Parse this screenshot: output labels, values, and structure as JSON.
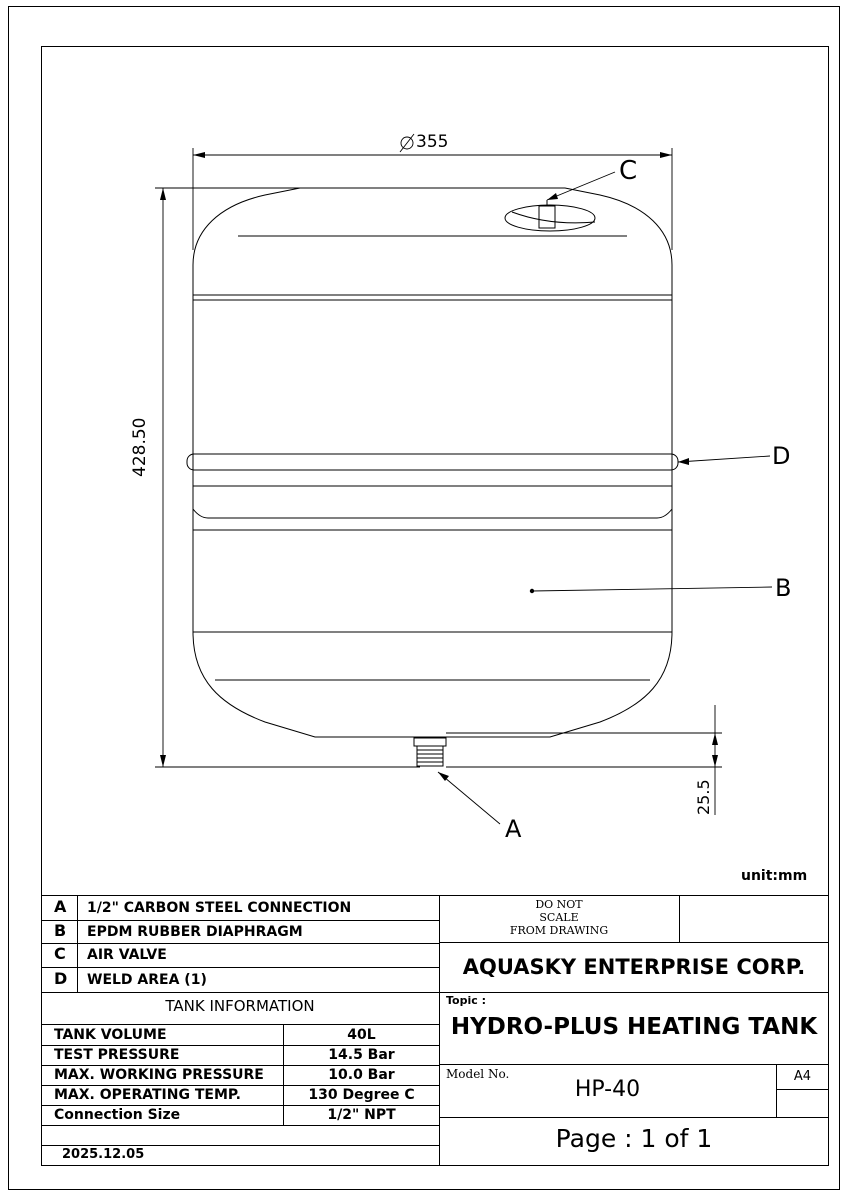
{
  "drawing": {
    "dim_diameter": "355",
    "dim_height": "428.50",
    "dim_connection": "25.5",
    "callout_a": "A",
    "callout_b": "B",
    "callout_c": "C",
    "callout_d": "D",
    "unit_label": "unit:mm"
  },
  "parts": [
    {
      "key": "A",
      "desc": "1/2\" CARBON STEEL  CONNECTION"
    },
    {
      "key": "B",
      "desc": "EPDM RUBBER  DIAPHRAGM"
    },
    {
      "key": "C",
      "desc": "AIR  VALVE"
    },
    {
      "key": "D",
      "desc": "WELD  AREA (1)"
    }
  ],
  "tank_info": {
    "heading": "TANK  INFORMATION",
    "rows": [
      {
        "label": "TANK  VOLUME",
        "value": "40L"
      },
      {
        "label": "TEST  PRESSURE",
        "value": "14.5 Bar"
      },
      {
        "label": "MAX.  WORKING  PRESSURE",
        "value": "10.0 Bar"
      },
      {
        "label": "MAX.  OPERATING  TEMP.",
        "value": "130 Degree C"
      },
      {
        "label": "Connection  Size",
        "value": "1/2\" NPT"
      }
    ],
    "date": "2025.12.05"
  },
  "title_block": {
    "scale_note_1": "DO  NOT",
    "scale_note_2": "SCALE",
    "scale_note_3": "FROM  DRAWING",
    "company": "AQUASKY ENTERPRISE CORP.",
    "topic_label": "Topic :",
    "topic": "HYDRO-PLUS HEATING TANK",
    "model_label": "Model  No.",
    "model": "HP-40",
    "sheet_size": "A4",
    "page": "Page : 1 of 1"
  }
}
